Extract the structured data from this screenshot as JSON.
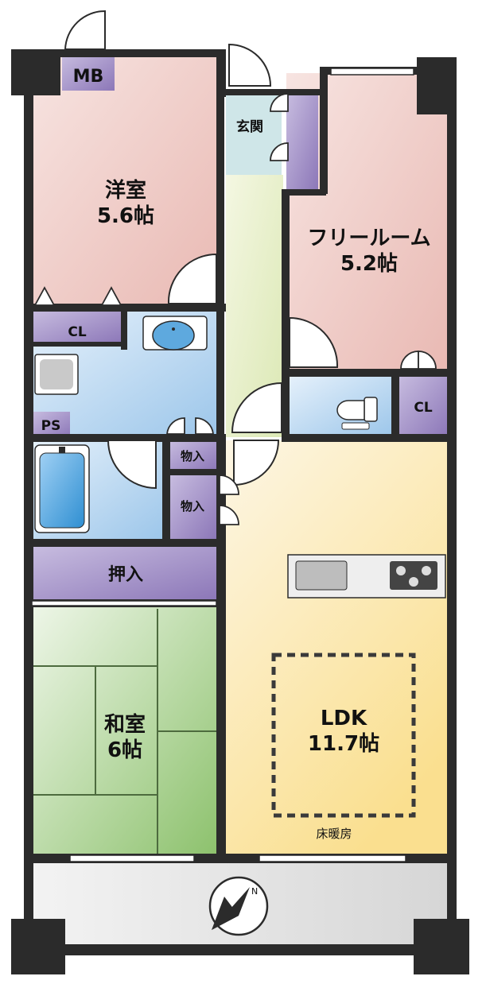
{
  "colors": {
    "wall": "#2b2b2b",
    "western_room": "#eec6c2",
    "free_room": "#efc9c4",
    "wet_area": "#bcd9f2",
    "storage": "#a592c6",
    "entrance": "#c9e3e6",
    "corridor": "#e7efc4",
    "ldk": "#fbecc0",
    "washitsu": "#b8d8a6",
    "balcony": "#e2e2e2"
  },
  "rooms": {
    "mb": "MB",
    "genkan": "玄関",
    "western_label": "洋室",
    "western_size": "5.6帖",
    "free_label": "フリールーム",
    "free_size": "5.2帖",
    "cl_left": "CL",
    "cl_right": "CL",
    "ps": "PS",
    "mono1": "物入",
    "mono2": "物入",
    "oshiire": "押入",
    "washitsu_label": "和室",
    "washitsu_size": "6帖",
    "ldk_label": "LDK",
    "ldk_size": "11.7帖",
    "floor_heating": "床暖房"
  },
  "compass": {
    "north": "N"
  }
}
